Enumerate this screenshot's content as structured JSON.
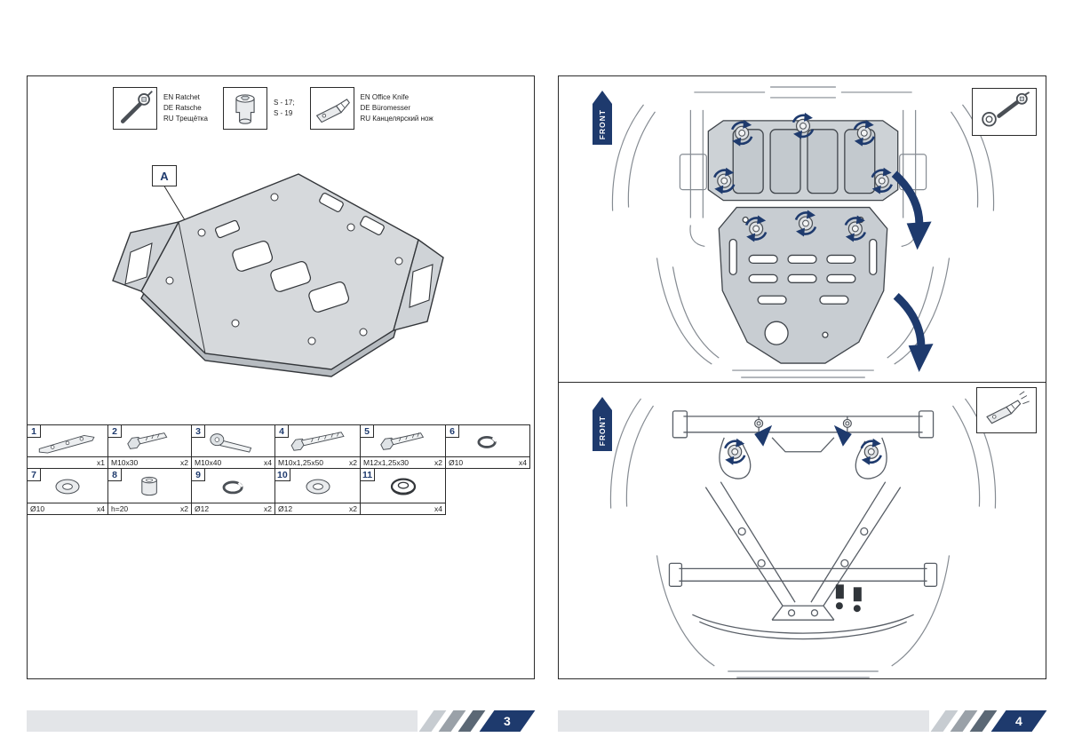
{
  "accent_navy": "#1e3a6d",
  "pages": {
    "left": {
      "number": "3"
    },
    "right": {
      "number": "4"
    }
  },
  "tool_legend": {
    "ratchet": {
      "line1": "EN Ratchet",
      "line2": "DE Ratsche",
      "line3": "RU Трещётка"
    },
    "socket": {
      "line1": "S - 17;",
      "line2": "S - 19"
    },
    "knife": {
      "line1": "EN Office Knife",
      "line2": "DE Büromesser",
      "line3": "RU Канцелярский нож"
    }
  },
  "assembly": {
    "label": "A"
  },
  "parts": [
    {
      "num": "1",
      "spec": "",
      "qty": "x1",
      "icon": "mount-bracket"
    },
    {
      "num": "2",
      "spec": "M10x30",
      "qty": "x2",
      "icon": "hex-bolt"
    },
    {
      "num": "3",
      "spec": "M10x40",
      "qty": "x4",
      "icon": "button-head-bolt"
    },
    {
      "num": "4",
      "spec": "M10x1,25x50",
      "qty": "x2",
      "icon": "hex-bolt-long"
    },
    {
      "num": "5",
      "spec": "M12x1,25x30",
      "qty": "x2",
      "icon": "hex-bolt"
    },
    {
      "num": "6",
      "spec": "Ø10",
      "qty": "x4",
      "icon": "spring-washer"
    },
    {
      "num": "7",
      "spec": "Ø10",
      "qty": "x4",
      "icon": "flat-washer"
    },
    {
      "num": "8",
      "spec": "h=20",
      "qty": "x2",
      "icon": "spacer-bushing"
    },
    {
      "num": "9",
      "spec": "Ø12",
      "qty": "x2",
      "icon": "spring-washer"
    },
    {
      "num": "10",
      "spec": "Ø12",
      "qty": "x2",
      "icon": "flat-washer"
    },
    {
      "num": "11",
      "spec": "",
      "qty": "x4",
      "icon": "cup-washer"
    }
  ],
  "steps": [
    {
      "front_label": "FRONT",
      "tool": "ratchet-socket"
    },
    {
      "front_label": "FRONT",
      "tool": "office-knife"
    }
  ]
}
